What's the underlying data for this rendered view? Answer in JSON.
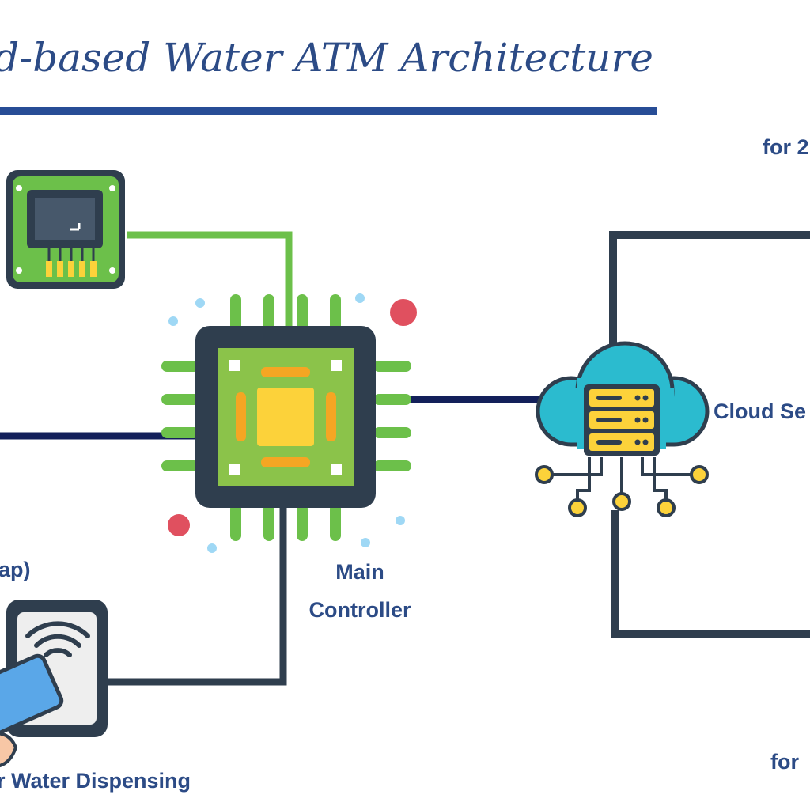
{
  "title": "oud-based Water ATM Architecture",
  "labels": {
    "main_controller_line1": "Main",
    "main_controller_line2": "Controller",
    "cloud_server": "Cloud Se",
    "for_top": "for 2",
    "for_bottom": "for",
    "left_partial": "ap)",
    "water_dispensing": "r Water Dispensing"
  },
  "colors": {
    "title": "#2c4b86",
    "label": "#2c4b86",
    "rule": "#284d96",
    "wire_green": "#6cc04a",
    "wire_dark": "#2f3e4e",
    "wire_navy": "#13205a",
    "chip_frame": "#2f3e4e",
    "chip_green": "#8bc34a",
    "chip_pins": "#6cc04a",
    "chip_core": "#fcd23a",
    "chip_pads": "#f5a623",
    "cloud": "#2bbbcf",
    "server": "#fcd23a",
    "nodes": "#fcd23a",
    "dot_red": "#e0505f",
    "dot_blue": "#9fd8f5",
    "card": "#5aa7e8"
  },
  "icons": {
    "sensor_board": "circuit-board-icon",
    "main_controller": "microcontroller-chip-icon",
    "cloud_server": "cloud-server-icon",
    "rfid_reader": "rfid-reader-icon",
    "rfid_card": "rfid-card-icon"
  }
}
